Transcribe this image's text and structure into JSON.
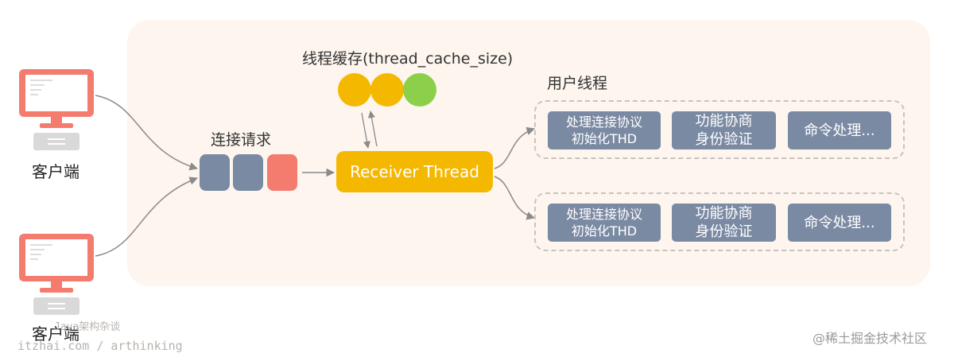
{
  "clients": [
    {
      "label": "客户端"
    },
    {
      "label": "客户端"
    }
  ],
  "queue": {
    "label": "连接请求",
    "colors": [
      "#7b8aa3",
      "#7b8aa3",
      "#f47c6e"
    ]
  },
  "thread_cache": {
    "label": "线程缓存(thread_cache_size)",
    "colors": [
      "#f5b800",
      "#f5b800",
      "#8ccf4a"
    ]
  },
  "receiver": {
    "label": "Receiver Thread"
  },
  "user_threads": {
    "label": "用户线程",
    "groups": [
      {
        "tasks": [
          {
            "line1": "处理连接协议",
            "line2": "初始化THD"
          },
          {
            "line1": "功能协商",
            "line2": "身份验证"
          },
          {
            "line1": "命令处理...",
            "line2": ""
          }
        ]
      },
      {
        "tasks": [
          {
            "line1": "处理连接协议",
            "line2": "初始化THD"
          },
          {
            "line1": "功能协商",
            "line2": "身份验证"
          },
          {
            "line1": "命令处理...",
            "line2": ""
          }
        ]
      }
    ]
  },
  "watermarks": {
    "left_top": "Java架构杂谈",
    "left_bottom": "itzhai.com / arthinking",
    "right": "@稀土掘金技术社区"
  },
  "colors": {
    "panel_bg": "#fdf5ee",
    "monitor": "#f47c6e",
    "receiver": "#f5b800",
    "task": "#7b8aa3",
    "arrow": "#8a8a8a"
  }
}
